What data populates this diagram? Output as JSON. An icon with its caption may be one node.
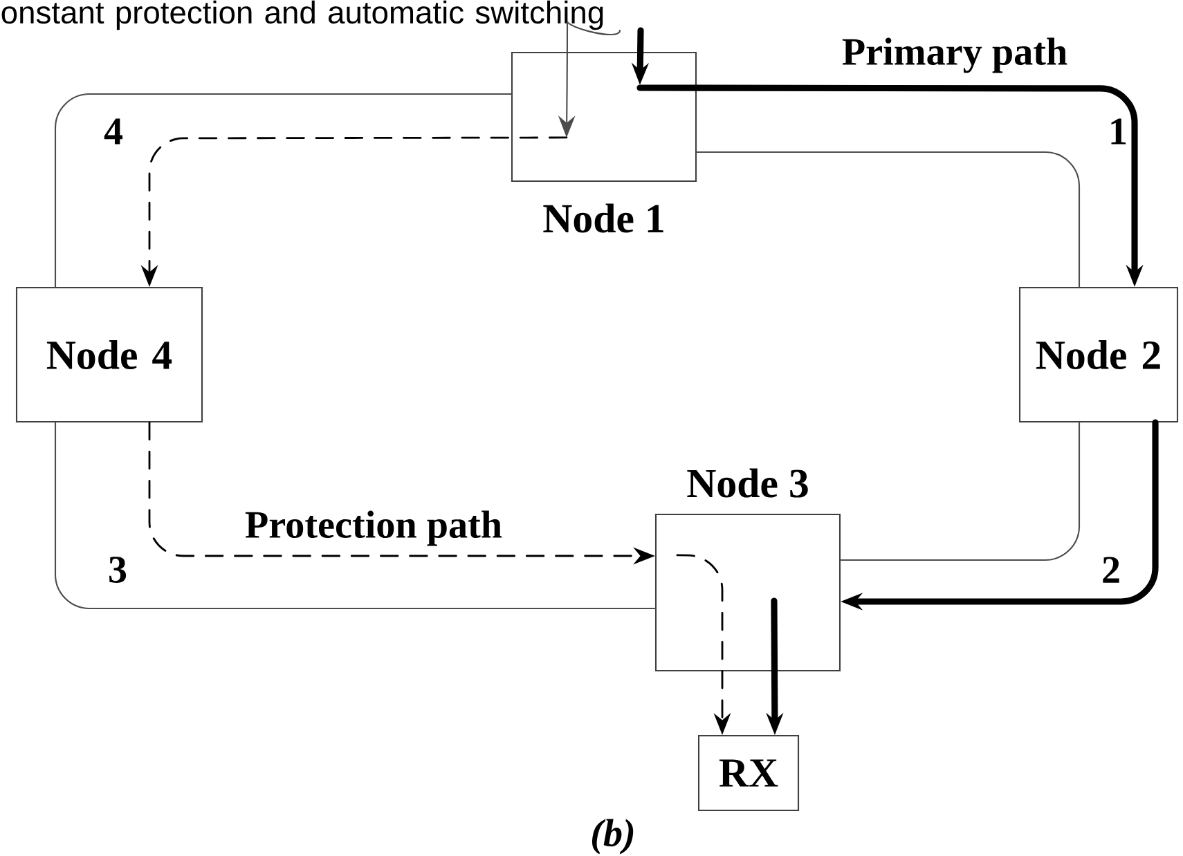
{
  "diagram": {
    "nodes": [
      {
        "text": [
          "Node 1"
        ]
      },
      {
        "text": [
          "Node 2"
        ]
      },
      {
        "text": [
          "Node 3"
        ]
      },
      {
        "text": [
          "Node 4"
        ]
      },
      {
        "text": [
          "RX"
        ]
      },
      {
        "text": [
          "onstant protection and automatic switching"
        ]
      }
    ],
    "edges": [
      {
        "from": 5,
        "to": 0,
        "arrow": "to",
        "style": "thick"
      },
      {
        "from": 0,
        "to": 1,
        "arrow": "to",
        "style": "thick",
        "label": "Primary path"
      },
      {
        "from": 1,
        "to": 2,
        "arrow": "to",
        "style": "thick"
      },
      {
        "from": 2,
        "to": 4,
        "arrow": "to",
        "style": "thick"
      },
      {
        "from": 5,
        "to": 0,
        "arrow": "to"
      },
      {
        "from": 0,
        "to": 3,
        "arrow": "to",
        "style": "dashed"
      },
      {
        "from": 3,
        "to": 2,
        "arrow": "to",
        "style": "dashed",
        "label": "Protection path"
      },
      {
        "from": 2,
        "to": 4,
        "arrow": "to",
        "style": "dashed"
      },
      {
        "from": 0,
        "to": 1,
        "arrow": "none"
      },
      {
        "from": 1,
        "to": 2,
        "arrow": "none"
      },
      {
        "from": 2,
        "to": 3,
        "arrow": "none"
      },
      {
        "from": 3,
        "to": 0,
        "arrow": "none"
      }
    ],
    "labels": [
      "4",
      "1",
      "3",
      "2",
      "(b)"
    ]
  }
}
